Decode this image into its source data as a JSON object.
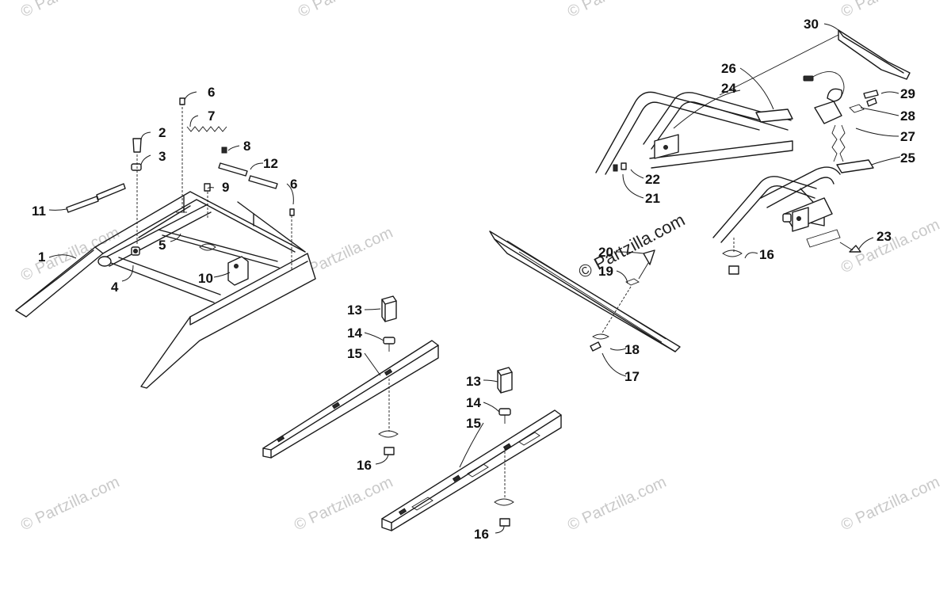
{
  "watermark": {
    "text": "© Partzilla.com",
    "center_text": "© Partzilla.com"
  },
  "callouts": [
    {
      "id": "c1",
      "label": "1"
    },
    {
      "id": "c2",
      "label": "2"
    },
    {
      "id": "c3",
      "label": "3"
    },
    {
      "id": "c4",
      "label": "4"
    },
    {
      "id": "c5",
      "label": "5"
    },
    {
      "id": "c6a",
      "label": "6"
    },
    {
      "id": "c6b",
      "label": "6"
    },
    {
      "id": "c7",
      "label": "7"
    },
    {
      "id": "c8",
      "label": "8"
    },
    {
      "id": "c9",
      "label": "9"
    },
    {
      "id": "c10",
      "label": "10"
    },
    {
      "id": "c11",
      "label": "11"
    },
    {
      "id": "c12",
      "label": "12"
    },
    {
      "id": "c13a",
      "label": "13"
    },
    {
      "id": "c13b",
      "label": "13"
    },
    {
      "id": "c14a",
      "label": "14"
    },
    {
      "id": "c14b",
      "label": "14"
    },
    {
      "id": "c15a",
      "label": "15"
    },
    {
      "id": "c15b",
      "label": "15"
    },
    {
      "id": "c16a",
      "label": "16"
    },
    {
      "id": "c16b",
      "label": "16"
    },
    {
      "id": "c16c",
      "label": "16"
    },
    {
      "id": "c17",
      "label": "17"
    },
    {
      "id": "c18",
      "label": "18"
    },
    {
      "id": "c19",
      "label": "19"
    },
    {
      "id": "c20",
      "label": "20"
    },
    {
      "id": "c21",
      "label": "21"
    },
    {
      "id": "c22",
      "label": "22"
    },
    {
      "id": "c23",
      "label": "23"
    },
    {
      "id": "c24",
      "label": "24"
    },
    {
      "id": "c25",
      "label": "25"
    },
    {
      "id": "c26",
      "label": "26"
    },
    {
      "id": "c27",
      "label": "27"
    },
    {
      "id": "c28",
      "label": "28"
    },
    {
      "id": "c29",
      "label": "29"
    },
    {
      "id": "c30",
      "label": "30"
    }
  ]
}
